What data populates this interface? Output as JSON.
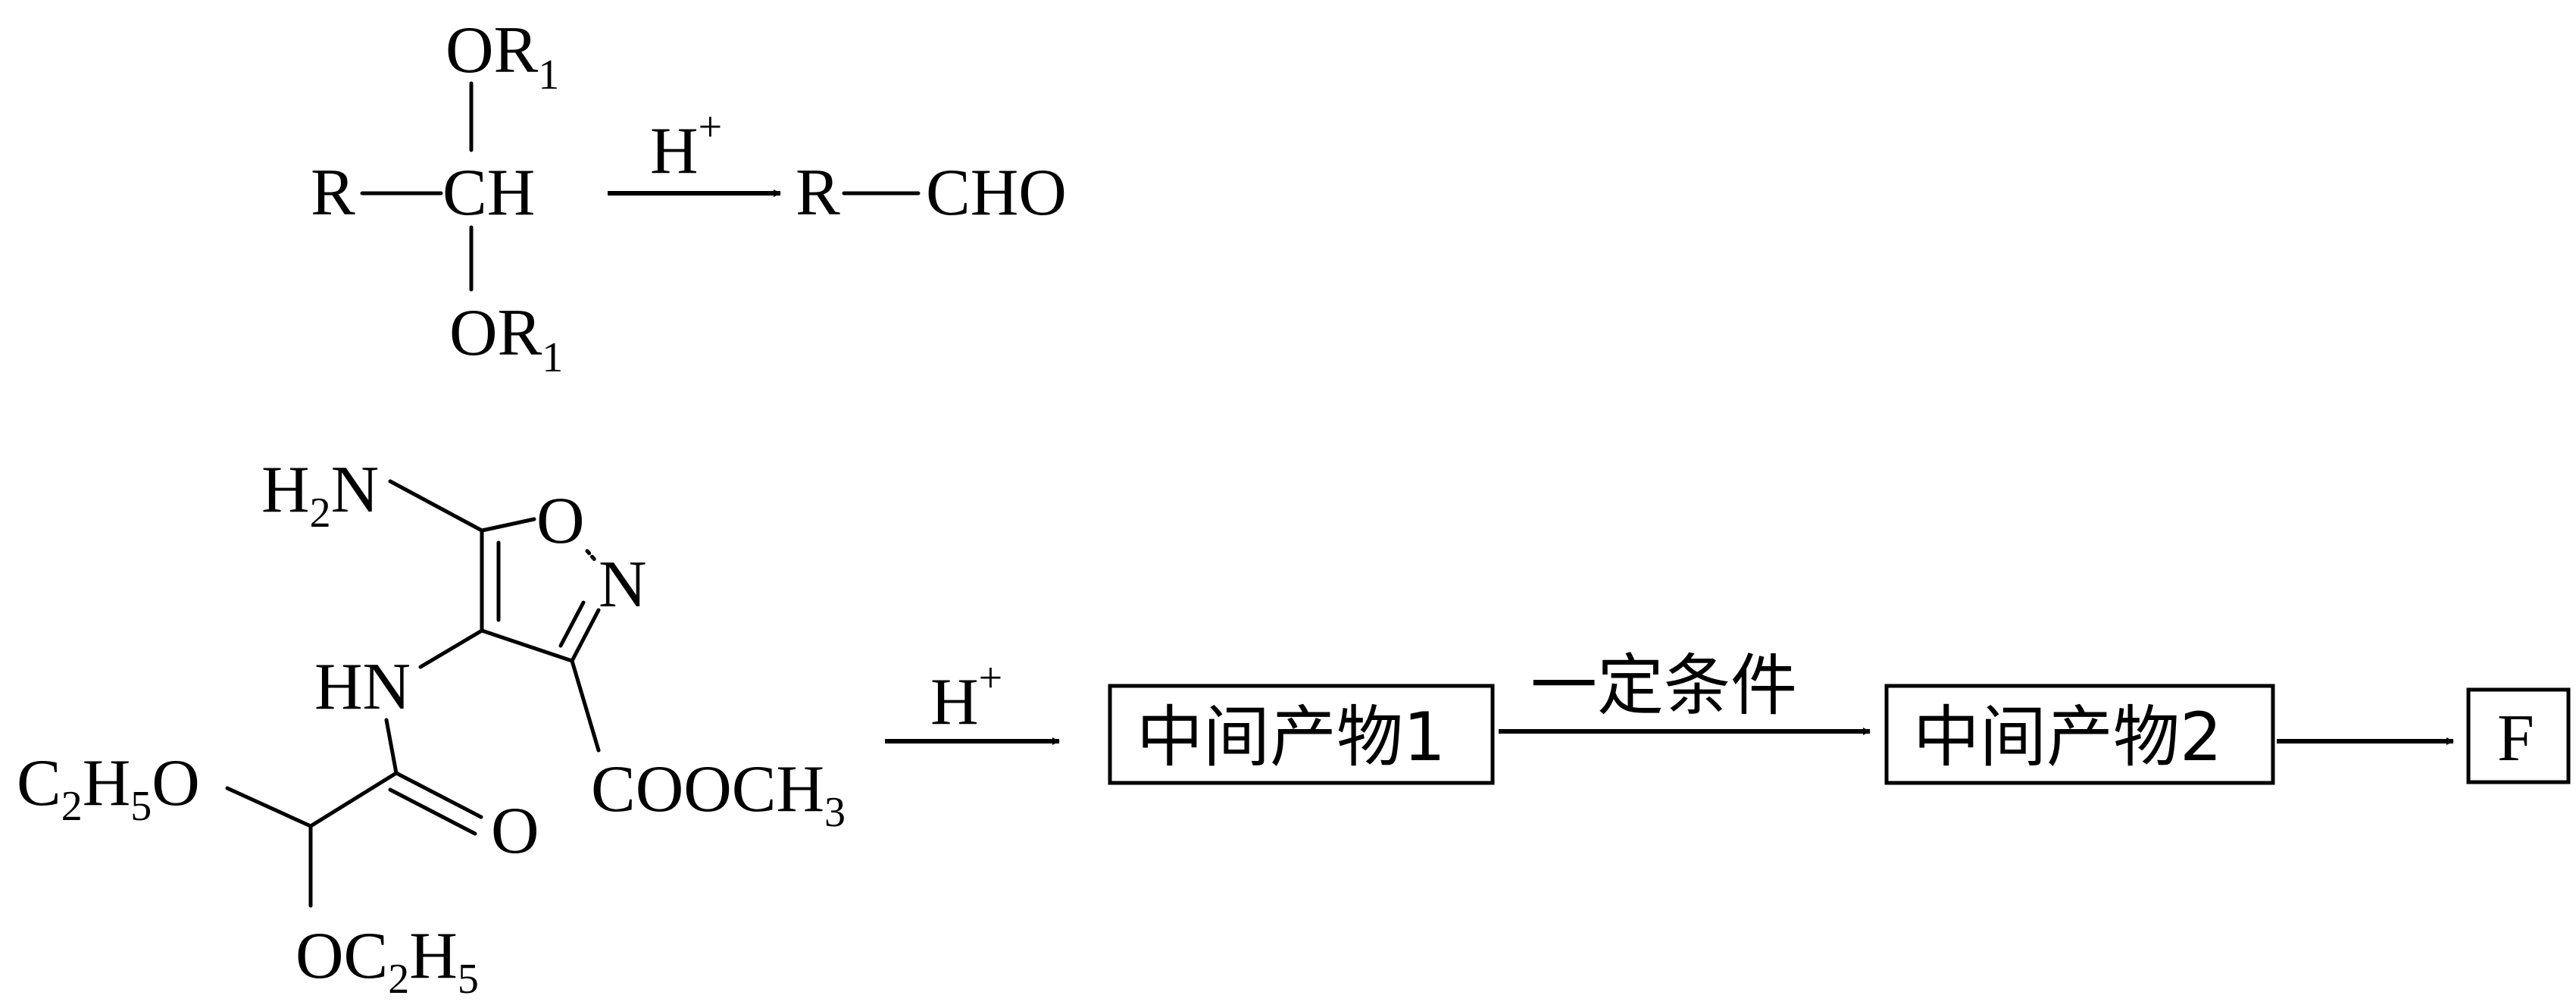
{
  "acetal_rule": {
    "substituent_top": "OR",
    "substituent_top_sub": "1",
    "substituent_bottom": "OR",
    "substituent_bottom_sub": "1",
    "left_group": "R",
    "center_group": "CH",
    "reagent": "H",
    "reagent_charge": "+",
    "product_r": "R",
    "product_group": "CHO"
  },
  "reactant": {
    "amino_h": "H",
    "amino_sub": "2",
    "amino_n": "N",
    "ring_o": "O",
    "ring_n": "N",
    "hn_label": "HN",
    "ester_label": "COOCH",
    "ester_sub": "3",
    "ethoxy_left_c": "C",
    "ethoxy_left_sub1": "2",
    "ethoxy_left_h": "H",
    "ethoxy_left_sub2": "5",
    "ethoxy_left_o": "O",
    "carbonyl_o": "O",
    "ethoxy_bottom_oc": "OC",
    "ethoxy_bottom_sub1": "2",
    "ethoxy_bottom_h": "H",
    "ethoxy_bottom_sub2": "5"
  },
  "scheme": {
    "step1_reagent": "H",
    "step1_charge": "+",
    "intermediate1": "中间产物1",
    "step2_condition": "一定条件",
    "intermediate2": "中间产物2",
    "final_product": "F"
  }
}
